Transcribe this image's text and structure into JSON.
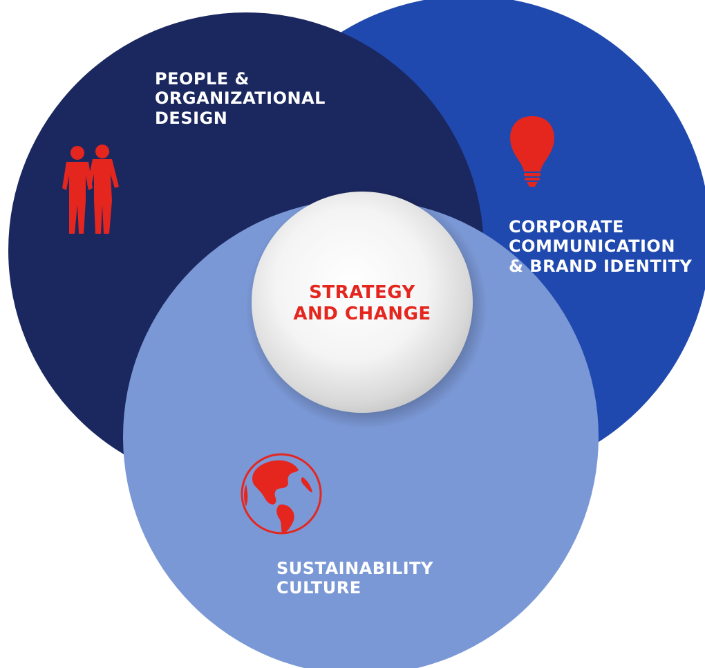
{
  "center": {
    "lines": [
      "STRATEGY",
      "AND CHANGE"
    ]
  },
  "people": {
    "lines": [
      "PEOPLE &",
      "ORGANIZATIONAL",
      "DESIGN"
    ],
    "icon": "people-icon"
  },
  "corporate": {
    "lines": [
      "CORPORATE",
      "COMMUNICATION",
      "& BRAND IDENTITY"
    ],
    "icon": "lightbulb-icon"
  },
  "sustainability": {
    "lines": [
      "SUSTAINABILITY",
      "CULTURE"
    ],
    "icon": "globe-icon"
  },
  "colors": {
    "navy": "#1b2860",
    "royal_blue": "#1f49ae",
    "light_blue": "#7b98d6",
    "accent_red": "#e4261f",
    "center_white": "#ffffff"
  }
}
